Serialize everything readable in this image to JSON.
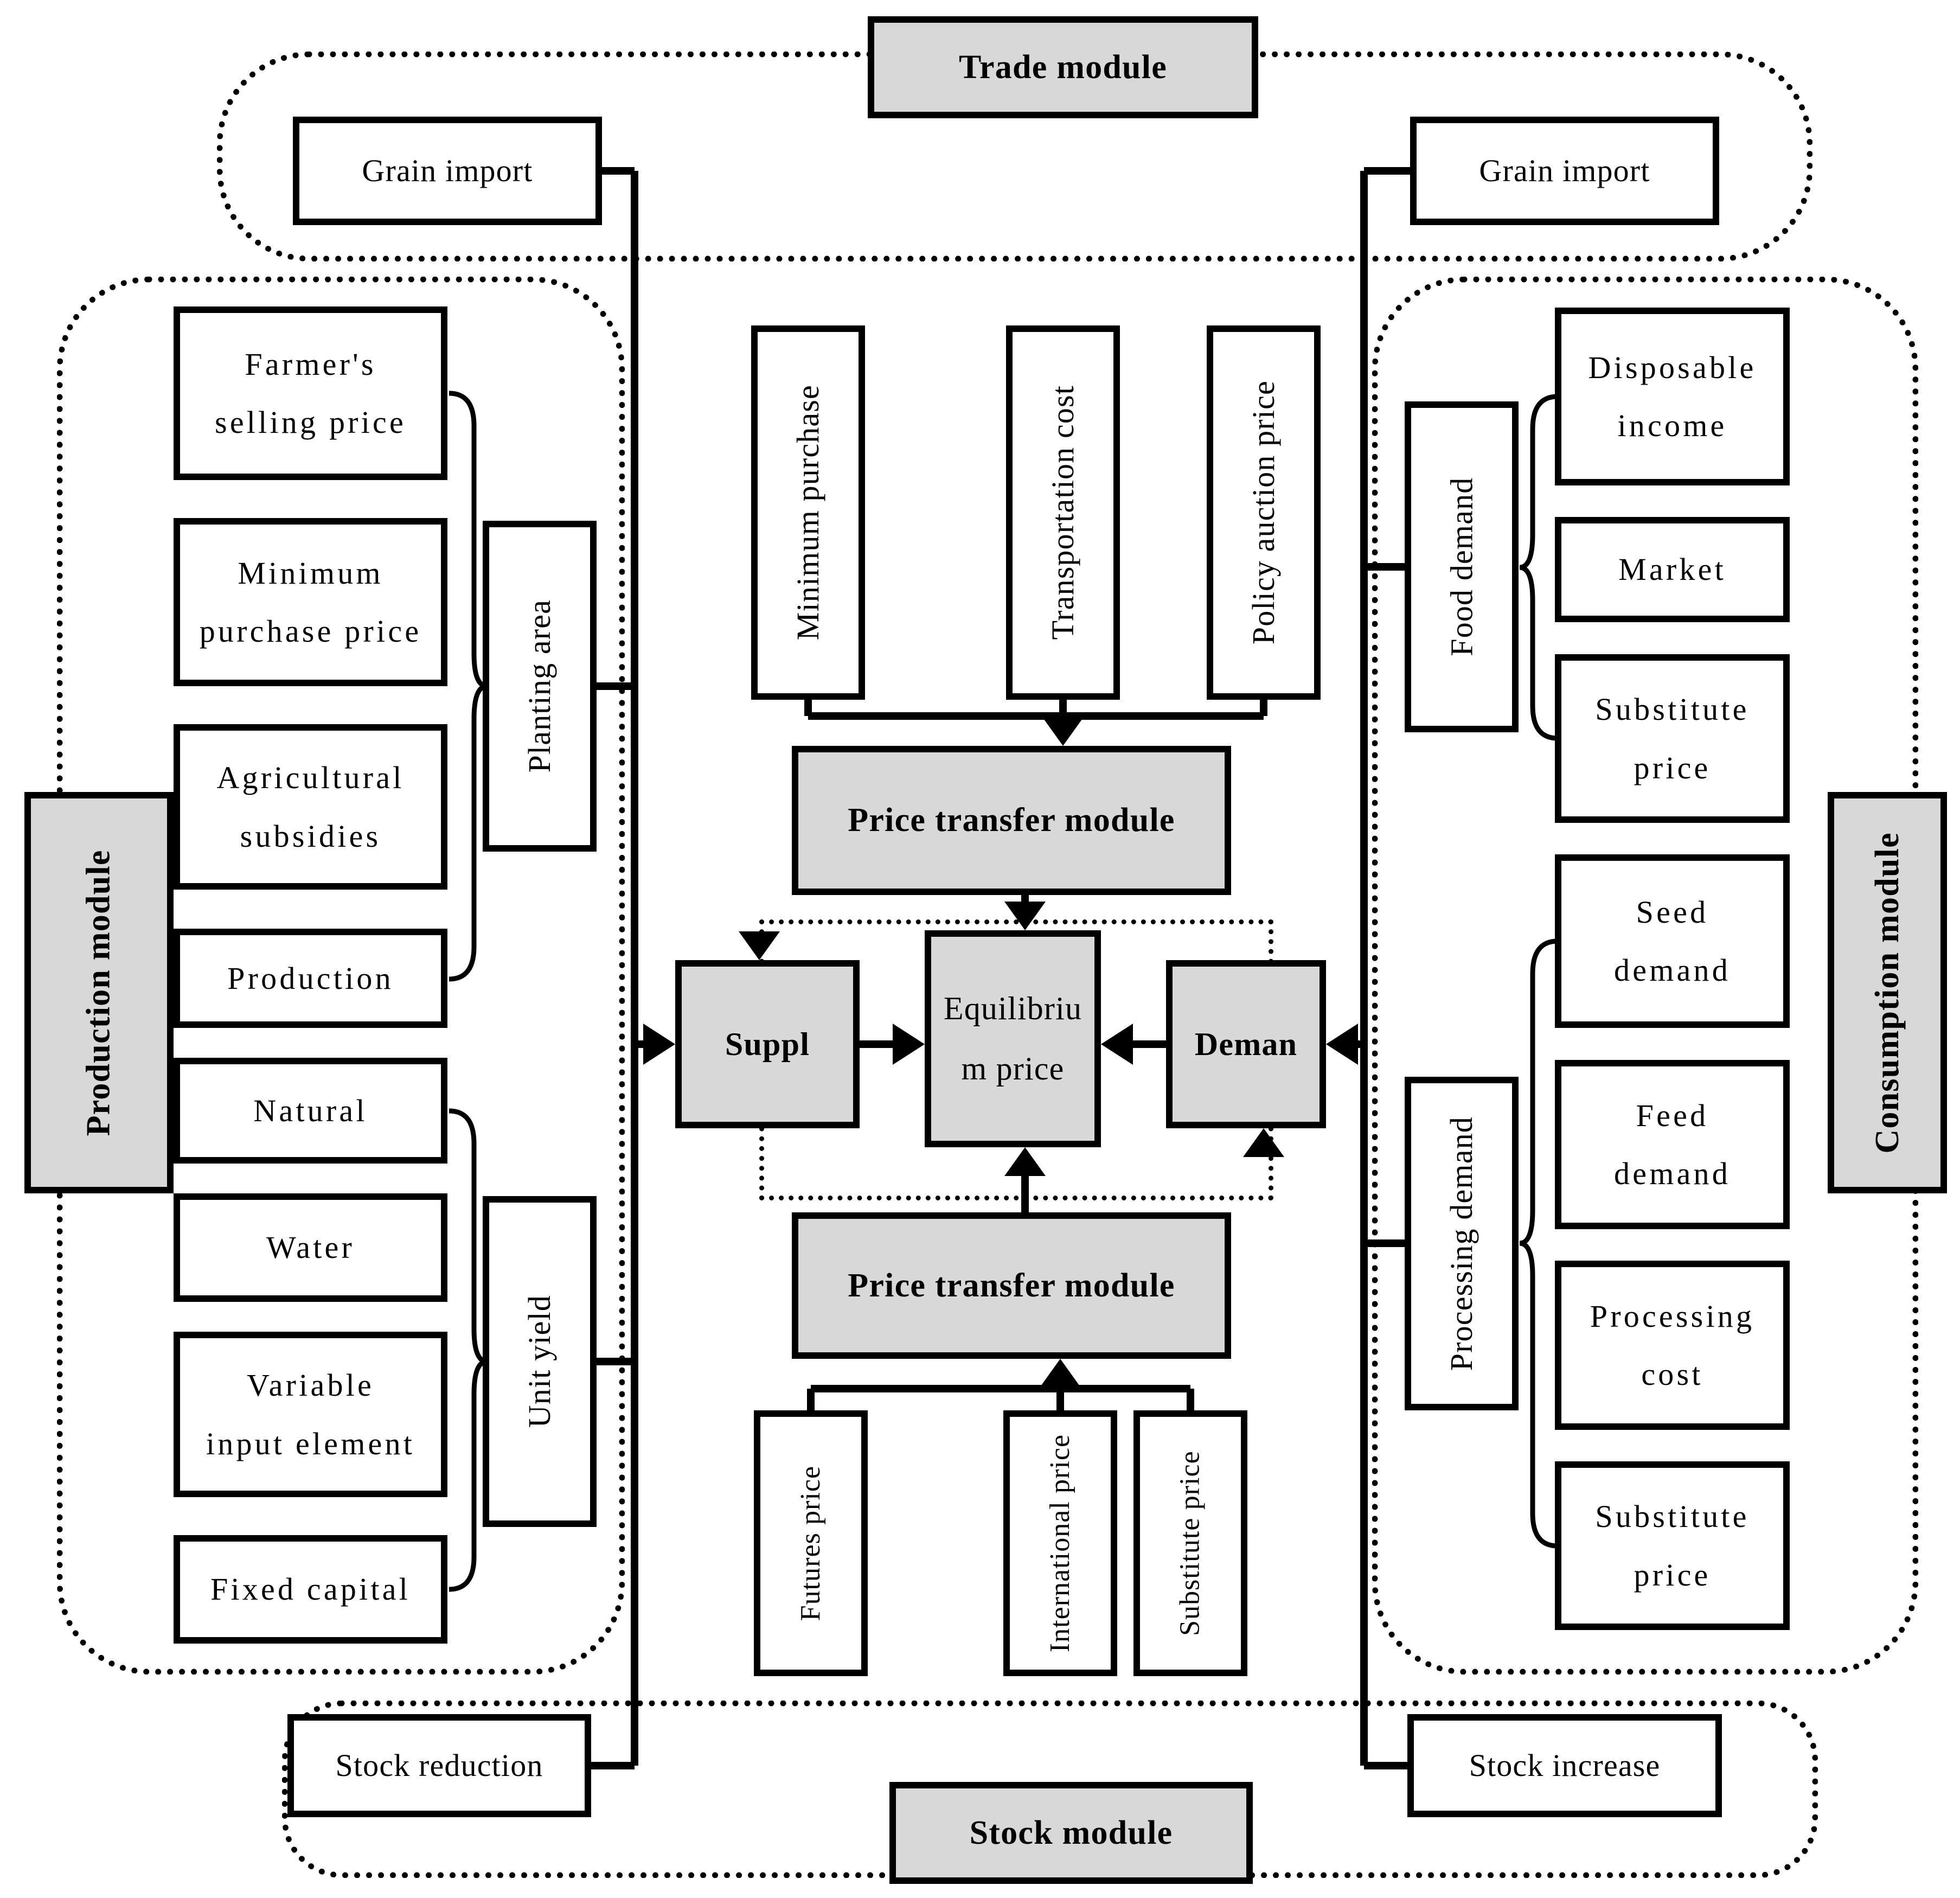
{
  "colors": {
    "module_fill": "#d8d8d8",
    "line": "#000000",
    "background": "#ffffff"
  },
  "trade": {
    "title": "Trade module",
    "grain_import_left": "Grain import",
    "grain_import_right": "Grain import"
  },
  "production": {
    "title": "Production module",
    "planting_group": "Planting area",
    "planting_inputs": [
      {
        "text": "Farmer's\nselling price"
      },
      {
        "text": "Minimum\npurchase price"
      },
      {
        "text": "Agricultural\nsubsidies"
      },
      {
        "text": "Production"
      }
    ],
    "yield_group": "Unit yield",
    "yield_inputs": [
      {
        "text": "Natural"
      },
      {
        "text": "Water"
      },
      {
        "text": "Variable\ninput element"
      },
      {
        "text": "Fixed capital"
      }
    ]
  },
  "price_transfer": {
    "top_label": "Price transfer module",
    "bottom_label": "Price transfer module",
    "top_inputs": [
      {
        "text": "Minimum purchase"
      },
      {
        "text": "Transportation cost"
      },
      {
        "text": "Policy auction price"
      }
    ],
    "bottom_inputs": [
      {
        "text": "Futures price"
      },
      {
        "text": "International price"
      },
      {
        "text": "Substitute price"
      }
    ]
  },
  "equilibrium": {
    "supply": "Suppl",
    "price": "Equilibriu\nm price",
    "demand": "Deman"
  },
  "consumption": {
    "title": "Consumption module",
    "food_group": "Food demand",
    "food_inputs": [
      {
        "text": "Disposable\nincome"
      },
      {
        "text": "Market"
      },
      {
        "text": "Substitute\nprice"
      }
    ],
    "processing_group": "Processing demand",
    "processing_inputs": [
      {
        "text": "Seed\ndemand"
      },
      {
        "text": "Feed\ndemand"
      },
      {
        "text": "Processing\ncost"
      },
      {
        "text": "Substitute\nprice"
      }
    ]
  },
  "stock": {
    "title": "Stock module",
    "reduction": "Stock reduction",
    "increase": "Stock increase"
  }
}
